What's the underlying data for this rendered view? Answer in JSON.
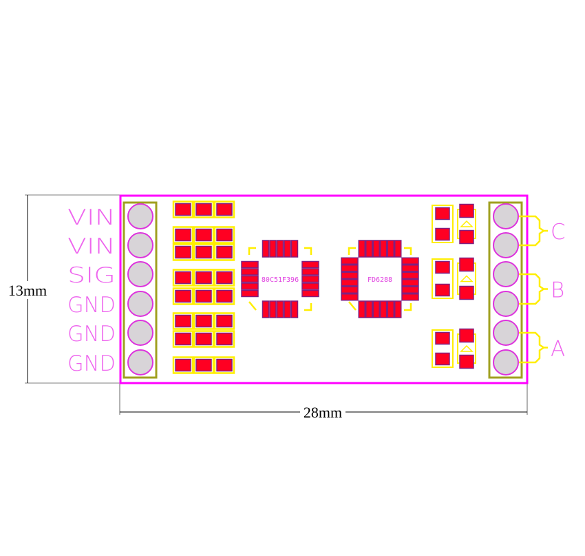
{
  "left_header_labels": [
    "VIN",
    "VIN",
    "SIG",
    "GND",
    "GND",
    "GND"
  ],
  "right_header_groups": [
    "C",
    "B",
    "A"
  ],
  "chips": [
    {
      "name": "80C51F396"
    },
    {
      "name": "FD6288"
    }
  ],
  "dimensions": {
    "height": "13mm",
    "width": "28mm"
  },
  "colors": {
    "board_outline": "#ff00ff",
    "pad": "#ff0022",
    "pad_edge": "#802080",
    "silkscreen": "#ffee00",
    "header_outline": "#a0a020",
    "pin": "#d8d4d8",
    "label": "#ee66ee"
  }
}
